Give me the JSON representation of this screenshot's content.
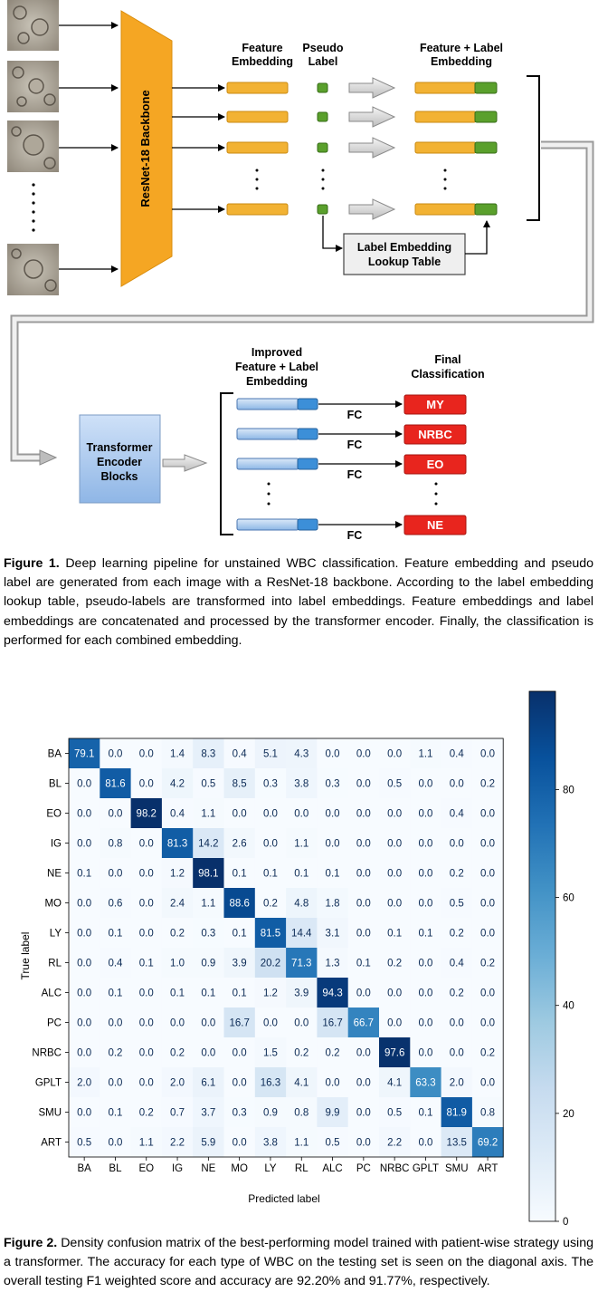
{
  "figure1": {
    "backbone_label": "ResNet-18 Backbone",
    "feature_embedding_label": "Feature Embedding",
    "pseudo_label_label": "Pseudo Label",
    "feature_label_embedding_label": "Feature + Label Embedding",
    "lookup_table_label": "Label Embedding Lookup Table",
    "transformer_label": "Transformer Encoder Blocks",
    "improved_embedding_label": "Improved Feature + Label Embedding",
    "final_classification_label": "Final Classification",
    "fc_label": "FC",
    "classes": [
      "MY",
      "NRBC",
      "EO",
      "NE"
    ],
    "colors": {
      "backbone": "#f5a623",
      "feature_bar": "#f2b233",
      "label_green": "#5aa02c",
      "improved_bar": "#9ec3ea",
      "improved_tail": "#3c8fd8",
      "class_box": "#e8251e",
      "transformer_box": "#a9c8ee"
    }
  },
  "caption1": {
    "label": "Figure 1.",
    "text": "Deep learning pipeline for unstained WBC classification. Feature embedding and pseudo label are generated from each image with a ResNet-18 backbone. According to the label embedding lookup table, pseudo-labels are transformed into label embeddings. Feature embeddings and label embeddings are concatenated and processed by the transformer encoder. Finally, the classification is performed for each combined embedding."
  },
  "caption2": {
    "label": "Figure 2.",
    "text": "Density confusion matrix of the best-performing model trained with patient-wise strategy using a transformer. The accuracy for each type of WBC on the testing set is seen on the diagonal axis. The overall testing F1 weighted score and accuracy are 92.20% and 91.77%, respectively."
  },
  "chart_data": {
    "type": "heatmap",
    "xlabel": "Predicted label",
    "ylabel": "True label",
    "labels": [
      "BA",
      "BL",
      "EO",
      "IG",
      "NE",
      "MO",
      "LY",
      "RL",
      "ALC",
      "PC",
      "NRBC",
      "GPLT",
      "SMU",
      "ART"
    ],
    "matrix": [
      [
        79.1,
        0.0,
        0.0,
        1.4,
        8.3,
        0.4,
        5.1,
        4.3,
        0.0,
        0.0,
        0.0,
        1.1,
        0.4,
        0.0
      ],
      [
        0.0,
        81.6,
        0.0,
        4.2,
        0.5,
        8.5,
        0.3,
        3.8,
        0.3,
        0.0,
        0.5,
        0.0,
        0.0,
        0.2
      ],
      [
        0.0,
        0.0,
        98.2,
        0.4,
        1.1,
        0.0,
        0.0,
        0.0,
        0.0,
        0.0,
        0.0,
        0.0,
        0.4,
        0.0
      ],
      [
        0.0,
        0.8,
        0.0,
        81.3,
        14.2,
        2.6,
        0.0,
        1.1,
        0.0,
        0.0,
        0.0,
        0.0,
        0.0,
        0.0
      ],
      [
        0.1,
        0.0,
        0.0,
        1.2,
        98.1,
        0.1,
        0.1,
        0.1,
        0.1,
        0.0,
        0.0,
        0.0,
        0.2,
        0.0
      ],
      [
        0.0,
        0.6,
        0.0,
        2.4,
        1.1,
        88.6,
        0.2,
        4.8,
        1.8,
        0.0,
        0.0,
        0.0,
        0.5,
        0.0
      ],
      [
        0.0,
        0.1,
        0.0,
        0.2,
        0.3,
        0.1,
        81.5,
        14.4,
        3.1,
        0.0,
        0.1,
        0.1,
        0.2,
        0.0
      ],
      [
        0.0,
        0.4,
        0.1,
        1.0,
        0.9,
        3.9,
        20.2,
        71.3,
        1.3,
        0.1,
        0.2,
        0.0,
        0.4,
        0.2
      ],
      [
        0.0,
        0.1,
        0.0,
        0.1,
        0.1,
        0.1,
        1.2,
        3.9,
        94.3,
        0.0,
        0.0,
        0.0,
        0.2,
        0.0
      ],
      [
        0.0,
        0.0,
        0.0,
        0.0,
        0.0,
        16.7,
        0.0,
        0.0,
        16.7,
        66.7,
        0.0,
        0.0,
        0.0,
        0.0
      ],
      [
        0.0,
        0.2,
        0.0,
        0.2,
        0.0,
        0.0,
        1.5,
        0.2,
        0.2,
        0.0,
        97.6,
        0.0,
        0.0,
        0.2
      ],
      [
        2.0,
        0.0,
        0.0,
        2.0,
        6.1,
        0.0,
        16.3,
        4.1,
        0.0,
        0.0,
        4.1,
        63.3,
        2.0,
        0.0
      ],
      [
        0.0,
        0.1,
        0.2,
        0.7,
        3.7,
        0.3,
        0.9,
        0.8,
        9.9,
        0.0,
        0.5,
        0.1,
        81.9,
        0.8
      ],
      [
        0.5,
        0.0,
        1.1,
        2.2,
        5.9,
        0.0,
        3.8,
        1.1,
        0.5,
        0.0,
        2.2,
        0.0,
        13.5,
        69.2
      ]
    ],
    "colorbar": {
      "min": 0,
      "max": 98.2,
      "ticks": [
        0,
        20,
        40,
        60,
        80
      ],
      "colormap": "Blues"
    }
  }
}
